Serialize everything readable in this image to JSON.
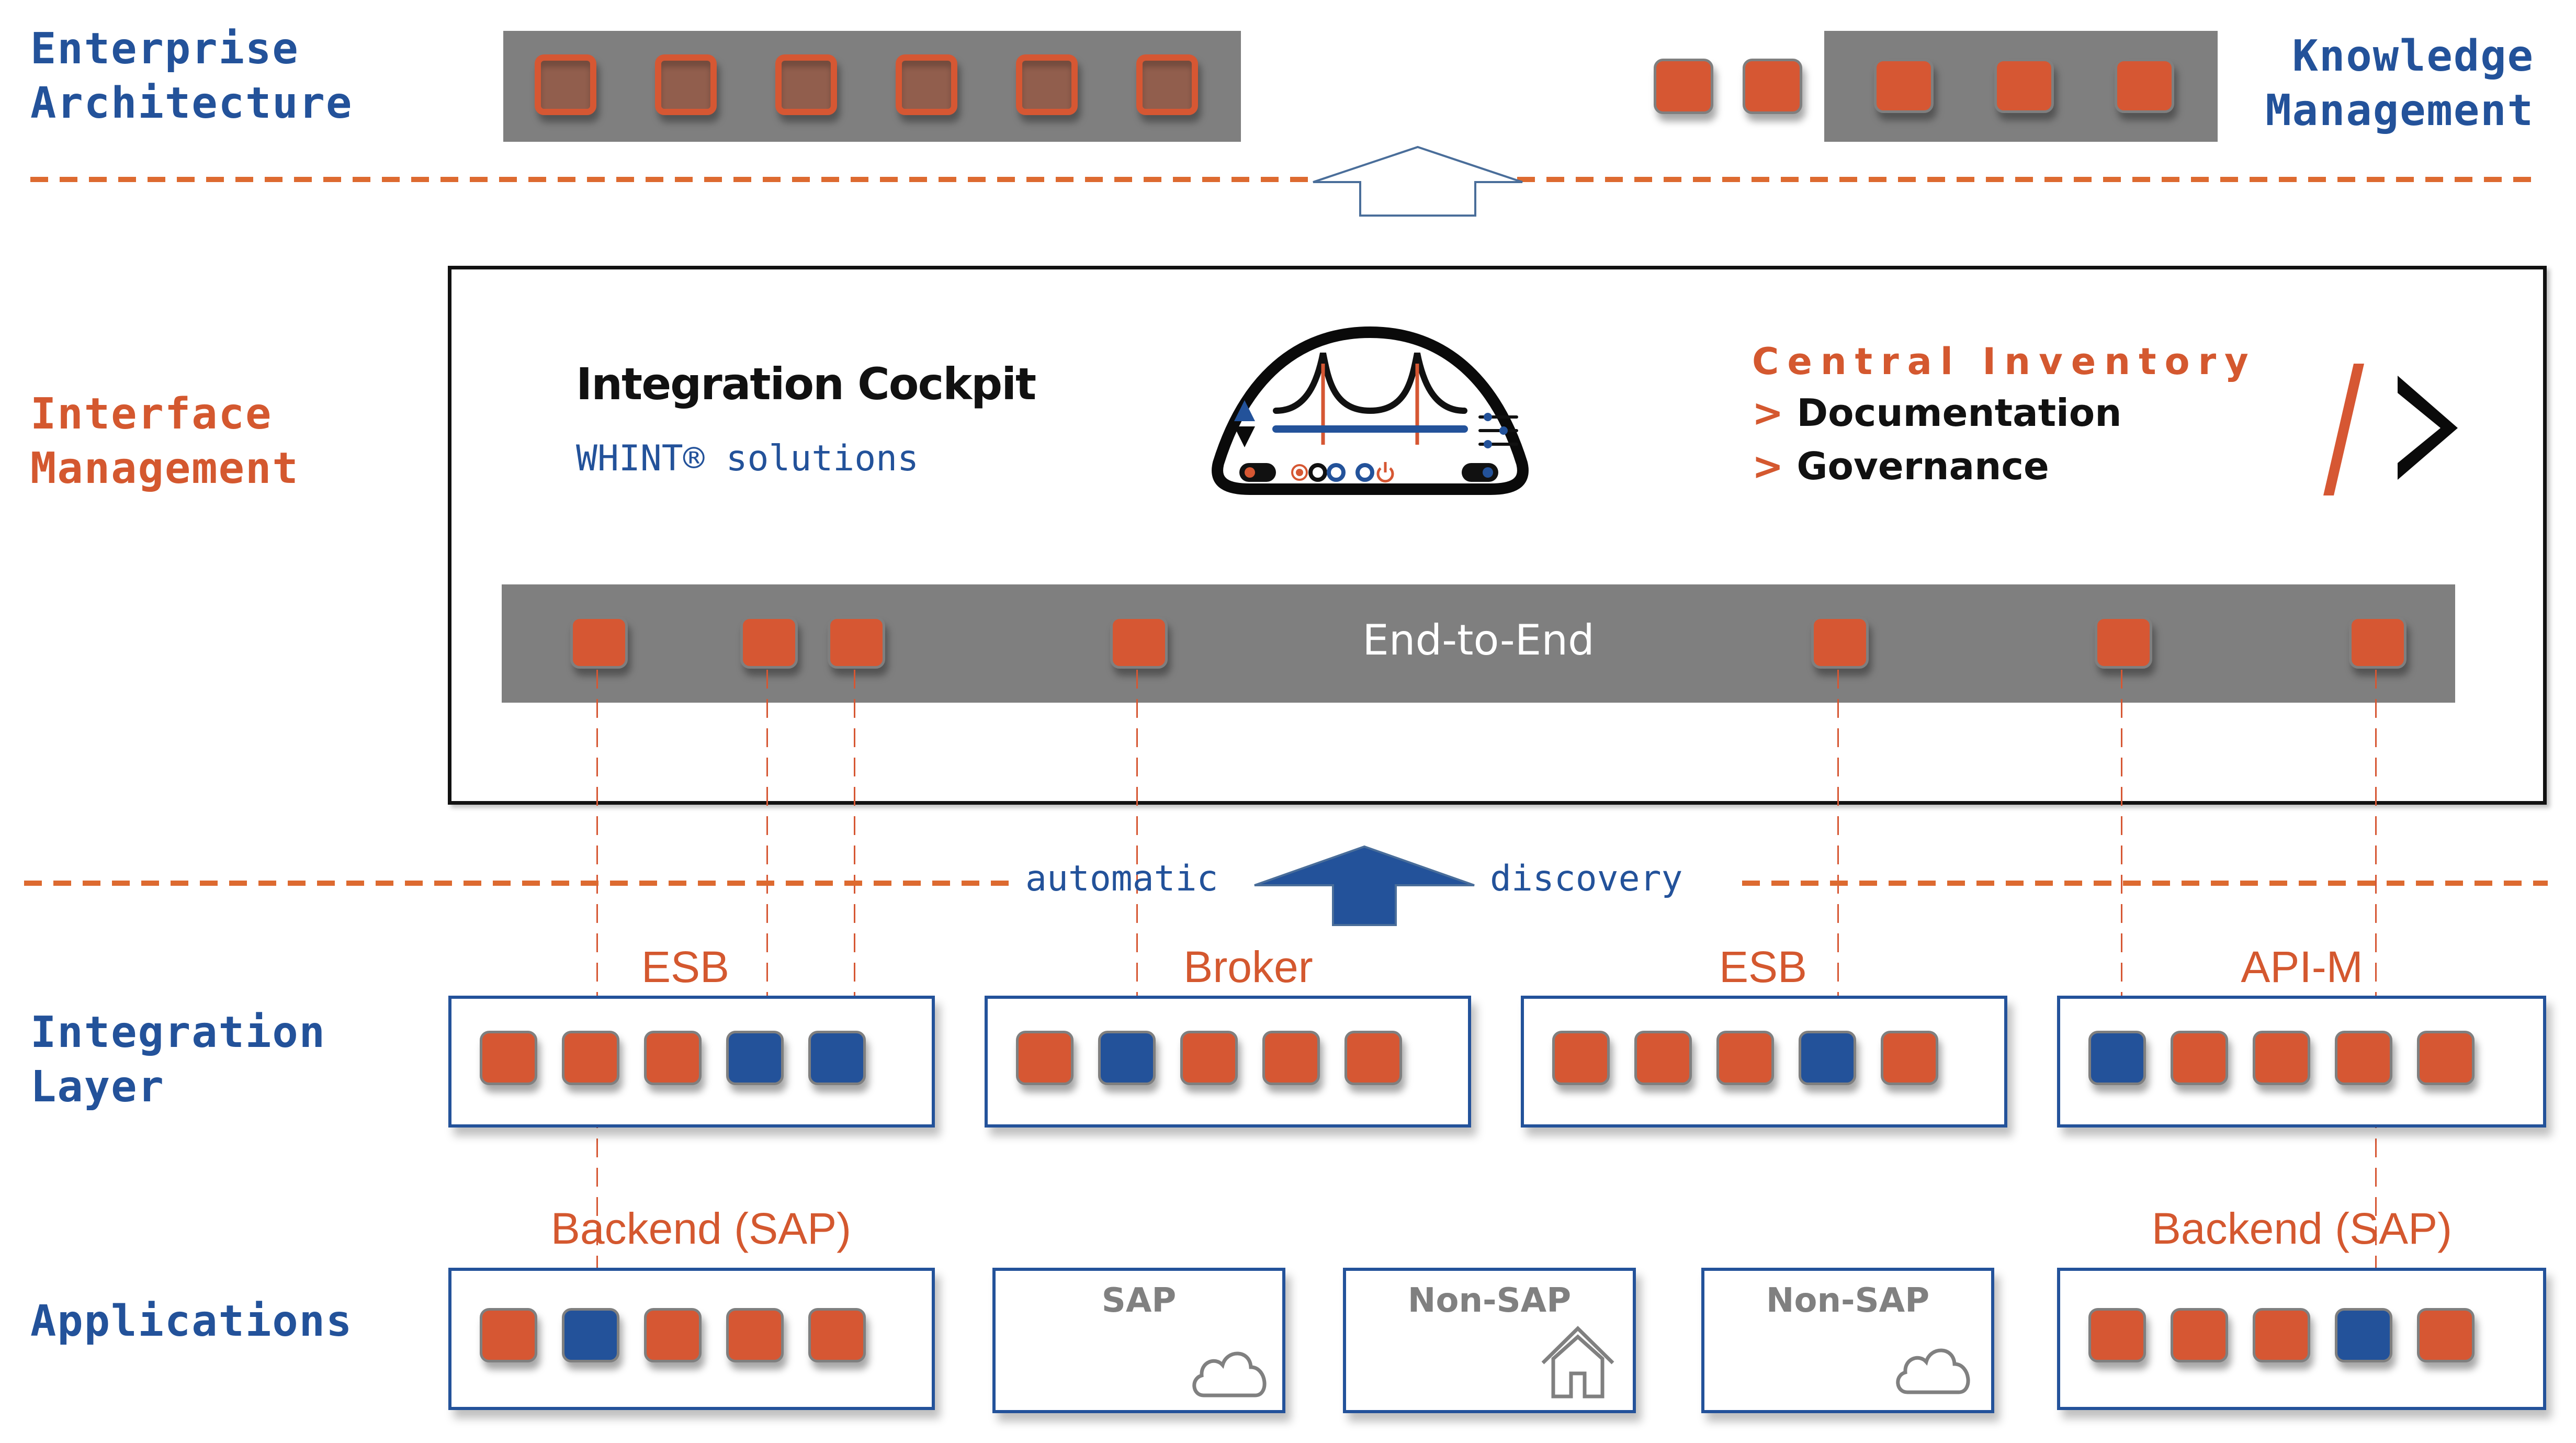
{
  "layers": {
    "enterprise_architecture": "Enterprise\nArchitecture",
    "enterprise_line1": "Enterprise",
    "enterprise_line2": "Architecture",
    "knowledge_line1": "Knowledge",
    "knowledge_line2": "Management",
    "interface_line1": "Interface",
    "interface_line2": "Management",
    "integration_line1": "Integration",
    "integration_line2": "Layer",
    "applications": "Applications"
  },
  "cockpit": {
    "title": "Integration Cockpit",
    "subtitle": "WHINT® solutions",
    "inventory_title": "Central Inventory",
    "inventory_items": [
      "Documentation",
      "Governance"
    ],
    "bullet": ">",
    "band_label": "End-to-End",
    "logo_icon": "cockpit-dashboard-logo",
    "brand_mark": "/>"
  },
  "discovery": {
    "left": "automatic",
    "right": "discovery"
  },
  "integration_groups": [
    {
      "label": "ESB",
      "chips": [
        "orange",
        "orange",
        "orange",
        "blue",
        "blue"
      ]
    },
    {
      "label": "Broker",
      "chips": [
        "orange",
        "blue",
        "orange",
        "orange",
        "orange"
      ]
    },
    {
      "label": "ESB",
      "chips": [
        "orange",
        "orange",
        "orange",
        "blue",
        "orange"
      ]
    },
    {
      "label": "API-M",
      "chips": [
        "blue",
        "orange",
        "orange",
        "orange",
        "orange"
      ]
    }
  ],
  "applications": [
    {
      "label": "Backend (SAP)",
      "chips": [
        "orange",
        "blue",
        "orange",
        "orange",
        "orange"
      ]
    },
    {
      "title": "SAP",
      "icon": "cloud-icon"
    },
    {
      "title": "Non-SAP",
      "icon": "house-icon"
    },
    {
      "title": "Non-SAP",
      "icon": "cloud-icon"
    },
    {
      "label": "Backend (SAP)",
      "chips": [
        "orange",
        "orange",
        "orange",
        "blue",
        "orange"
      ]
    }
  ],
  "colors": {
    "accent_orange": "#d65733",
    "accent_blue": "#23529a",
    "band_gray": "#7f7f7f"
  }
}
